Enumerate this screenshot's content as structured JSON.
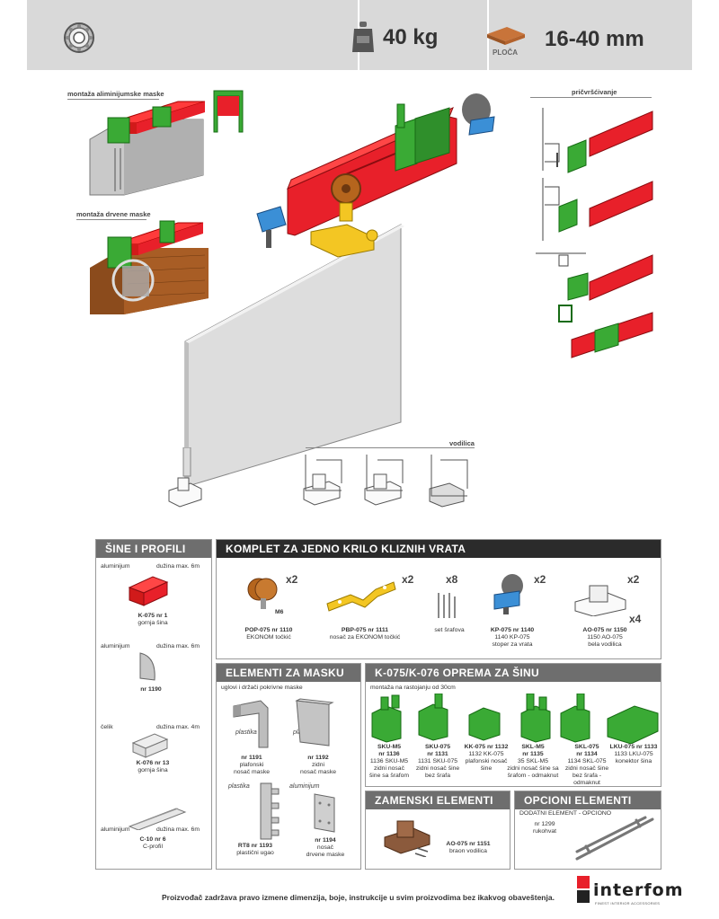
{
  "header": {
    "weight": "40 kg",
    "plate_label": "PLOČA",
    "thickness": "16-40 mm"
  },
  "illustration": {
    "montaza_alu": "montaža aliminijumske maske",
    "montaza_drvo": "montaža drvene maske",
    "pricvrscivanje": "pričvršćivanje",
    "vodilica": "vodilica"
  },
  "sine": {
    "title": "ŠINE I PROFILI",
    "items": [
      {
        "material": "aluminijum",
        "length": "dužina max. 6m",
        "code": "K-075",
        "nr": "nr 1",
        "name": "gornja šina"
      },
      {
        "material": "aluminijum",
        "length": "dužina max. 6m",
        "code": "",
        "nr": "nr 1190",
        "name": ""
      },
      {
        "material": "čelik",
        "length": "dužina max. 4m",
        "code": "K-076",
        "nr": "nr 13",
        "name": "gornja šina"
      },
      {
        "material": "aluminijum",
        "length": "dužina max. 6m",
        "code": "C-10",
        "nr": "nr 6",
        "name": "C-profil"
      }
    ]
  },
  "komplet": {
    "title": "KOMPLET ZA JEDNO KRILO KLIZNIH VRATA",
    "items": [
      {
        "qty": "x2",
        "code": "POP-075",
        "nr": "nr 1110",
        "name": "EKONOM točkić",
        "extra": "M6"
      },
      {
        "qty": "x2",
        "code": "PBP-075",
        "nr": "nr 1111",
        "name": "nosač za EKONOM točkić"
      },
      {
        "qty": "x8",
        "name": "set šrafova"
      },
      {
        "qty": "x2",
        "code": "KP-075",
        "nr": "nr 1140",
        "line2": "1140 KP-075",
        "name": "stoper za vrata"
      },
      {
        "qty": "x2",
        "qty2": "x4",
        "code": "AO-075",
        "nr": "nr 1150",
        "line2": "1150 AO-075",
        "name": "bela vodilica"
      }
    ]
  },
  "maska": {
    "title": "ELEMENTI ZA MASKU",
    "subtitle": "uglovi i držači pokrivne maske",
    "items": [
      {
        "material": "plastika",
        "nr": "nr 1191",
        "name1": "plafonski",
        "name2": "nosač maske"
      },
      {
        "material": "plastika",
        "nr": "nr 1192",
        "name1": "zidni",
        "name2": "nosač maske"
      },
      {
        "material": "plastika",
        "code": "RT8",
        "nr": "nr 1193",
        "name1": "plastični ugao"
      },
      {
        "material": "aluminijum",
        "nr": "nr 1194",
        "name1": "nosač",
        "name2": "drvene maske"
      }
    ]
  },
  "oprema": {
    "title": "K-075/K-076 OPREMA ZA ŠINU",
    "subtitle": "montaža na rastojanju od 30cm",
    "items": [
      {
        "code": "SKU-M5",
        "nr": "nr 1136",
        "l1": "1136 SKU-M5",
        "l2": "zidni nosač",
        "l3": "šine sa šrafom"
      },
      {
        "code": "SKU-075",
        "nr": "nr 1131",
        "l1": "1131 SKU-075",
        "l2": "zidni nosač šine",
        "l3": "bez šrafa"
      },
      {
        "code": "KK-075",
        "nr": "nr 1132",
        "l1": "1132 KK-075",
        "l2": "plafonski nosač",
        "l3": "šine"
      },
      {
        "code": "SKL-M5",
        "nr": "nr 1135",
        "l1": "35 SKL-M5",
        "l2": "zidni nosač šine sa",
        "l3": "šrafom - odmaknut"
      },
      {
        "code": "SKL-075",
        "nr": "nr 1134",
        "l1": "1134 SKL-075",
        "l2": "zidni nosač šine",
        "l3": "bez šrafa - odmaknut"
      },
      {
        "code": "LKU-075",
        "nr": "nr 1133",
        "l1": "1133 LKU-075",
        "l2": "konektor šina",
        "l3": ""
      }
    ]
  },
  "zamenski": {
    "title": "ZAMENSKI ELEMENTI",
    "code": "AO-075",
    "nr": "nr 1151",
    "name": "braon vodilica"
  },
  "opcioni": {
    "title": "OPCIONI ELEMENTI",
    "subtitle": "DODATNI ELEMENT - OPCIONO",
    "nr": "nr 1299",
    "name": "rukohvat"
  },
  "footer": {
    "notice": "Proizvođač zadržava pravo izmene dimenzija, boje, instrukcije u svim proizvodima bez ikakvog obaveštenja.",
    "brand": "interfom",
    "brand_sub": "FINEST INTERIOR ACCESSORIES"
  },
  "colors": {
    "rail": "#e8202a",
    "bracket": "#3aaa35",
    "stopper": "#3b8fd6",
    "wheel": "#b5651d",
    "plate": "#f3c623",
    "header_bg": "#d9d9d9"
  }
}
